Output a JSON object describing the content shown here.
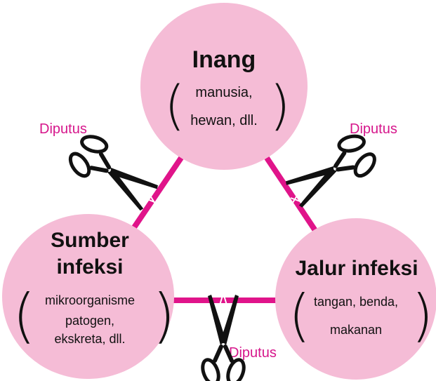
{
  "nodes": {
    "inang": {
      "title": "Inang",
      "lines": [
        "manusia,",
        "hewan, dll."
      ]
    },
    "sumber": {
      "title_lines": [
        "Sumber",
        "infeksi"
      ],
      "lines": [
        "mikroorganisme",
        "patogen,",
        "ekskreta, dll."
      ]
    },
    "jalur": {
      "title": "Jalur infeksi",
      "lines": [
        "tangan, benda,",
        "makanan"
      ]
    }
  },
  "cut_labels": {
    "left": "Diputus",
    "right": "Diputus",
    "bottom": "Diputus"
  },
  "colors": {
    "circle": "#f5bcd6",
    "link": "#e0148a",
    "label": "#d6168b",
    "scissors": "#111111"
  }
}
